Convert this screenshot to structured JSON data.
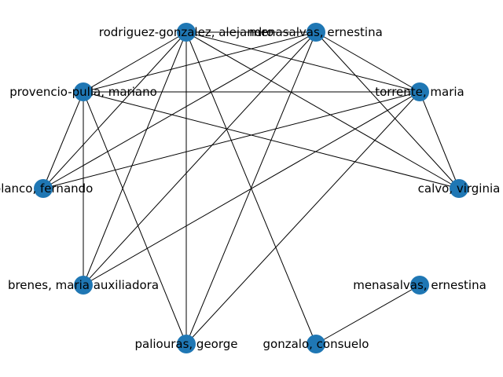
{
  "graph": {
    "node_color": "#1f77b4",
    "edge_color": "#000000",
    "background": "#ffffff",
    "nodes": [
      {
        "id": "rodriguez",
        "label": "rodriguez-gonzalez, alejandro"
      },
      {
        "id": "menasalvas_top",
        "label": "menasalvas, ernestina"
      },
      {
        "id": "provencio",
        "label": "provencio-pulla, mariano"
      },
      {
        "id": "torrente",
        "label": "torrente, maria"
      },
      {
        "id": "blanco",
        "label": "blanco, fernando"
      },
      {
        "id": "calvo",
        "label": "calvo, virginia"
      },
      {
        "id": "brenes",
        "label": "brenes, maria auxiliadora"
      },
      {
        "id": "menasalvas_right",
        "label": "menasalvas, ernestina"
      },
      {
        "id": "paliouras",
        "label": "paliouras, george"
      },
      {
        "id": "gonzalo",
        "label": "gonzalo, consuelo"
      }
    ],
    "edges": [
      [
        "rodriguez",
        "menasalvas_top"
      ],
      [
        "rodriguez",
        "provencio"
      ],
      [
        "rodriguez",
        "torrente"
      ],
      [
        "rodriguez",
        "blanco"
      ],
      [
        "rodriguez",
        "calvo"
      ],
      [
        "rodriguez",
        "brenes"
      ],
      [
        "rodriguez",
        "paliouras"
      ],
      [
        "rodriguez",
        "gonzalo"
      ],
      [
        "menasalvas_top",
        "provencio"
      ],
      [
        "menasalvas_top",
        "torrente"
      ],
      [
        "menasalvas_top",
        "blanco"
      ],
      [
        "menasalvas_top",
        "calvo"
      ],
      [
        "menasalvas_top",
        "brenes"
      ],
      [
        "menasalvas_top",
        "paliouras"
      ],
      [
        "provencio",
        "torrente"
      ],
      [
        "provencio",
        "blanco"
      ],
      [
        "provencio",
        "calvo"
      ],
      [
        "provencio",
        "brenes"
      ],
      [
        "provencio",
        "paliouras"
      ],
      [
        "torrente",
        "blanco"
      ],
      [
        "torrente",
        "calvo"
      ],
      [
        "torrente",
        "brenes"
      ],
      [
        "torrente",
        "paliouras"
      ],
      [
        "menasalvas_right",
        "gonzalo"
      ]
    ]
  }
}
